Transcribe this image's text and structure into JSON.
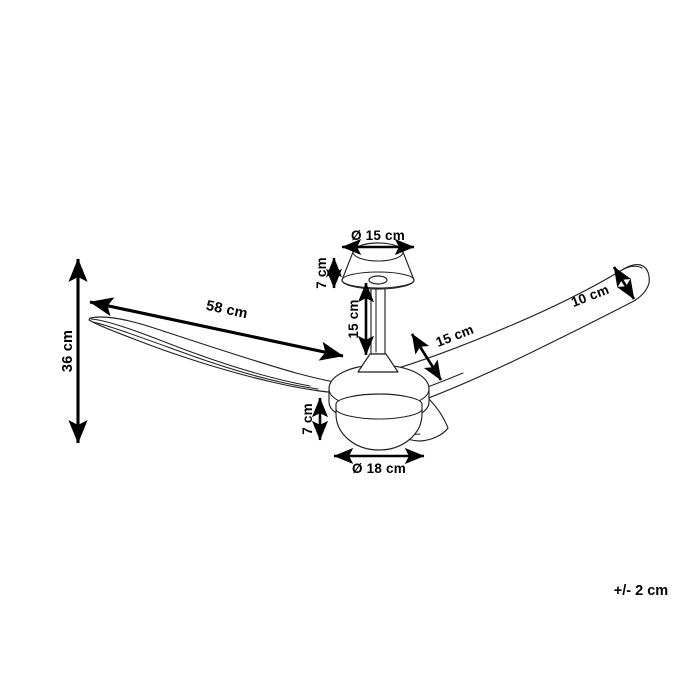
{
  "figure": {
    "title": "Ceiling fan with light technical dimension drawing",
    "subject": "ceiling-fan",
    "background_color": "#ffffff",
    "line_color": "#231f20",
    "dimension_color": "#000000"
  },
  "dimensions": {
    "overall_height": {
      "id": "overall-height",
      "label": "36 cm",
      "value": 36,
      "unit": "cm",
      "orientation": "vertical",
      "position": "left"
    },
    "blade_span_half": {
      "id": "blade-length",
      "label": "58 cm",
      "value": 58,
      "unit": "cm",
      "orientation": "diagonal",
      "position": "upper-left"
    },
    "canopy_diameter": {
      "id": "canopy-diameter",
      "label": "Ø 15 cm",
      "value": 15,
      "unit": "cm",
      "orientation": "horizontal",
      "position": "top-center"
    },
    "canopy_height": {
      "id": "canopy-height",
      "label": "7 cm",
      "value": 7,
      "unit": "cm",
      "orientation": "vertical",
      "position": "top-center-left"
    },
    "downrod_length": {
      "id": "downrod-length",
      "label": "15 cm",
      "value": 15,
      "unit": "cm",
      "orientation": "vertical",
      "position": "center-top"
    },
    "blade_width": {
      "id": "blade-width-root",
      "label": "15 cm",
      "value": 15,
      "unit": "cm",
      "orientation": "diagonal",
      "position": "right-inner"
    },
    "blade_tip_width": {
      "id": "blade-width-tip",
      "label": "10 cm",
      "value": 10,
      "unit": "cm",
      "orientation": "diagonal",
      "position": "right-outer"
    },
    "light_height": {
      "id": "light-height",
      "label": "7 cm",
      "value": 7,
      "unit": "cm",
      "orientation": "vertical",
      "position": "bottom-center-left"
    },
    "light_diameter": {
      "id": "light-diameter",
      "label": "Ø 18 cm",
      "value": 18,
      "unit": "cm",
      "orientation": "horizontal",
      "position": "bottom-center"
    }
  },
  "notes": {
    "tolerance": "+/- 2 cm"
  }
}
